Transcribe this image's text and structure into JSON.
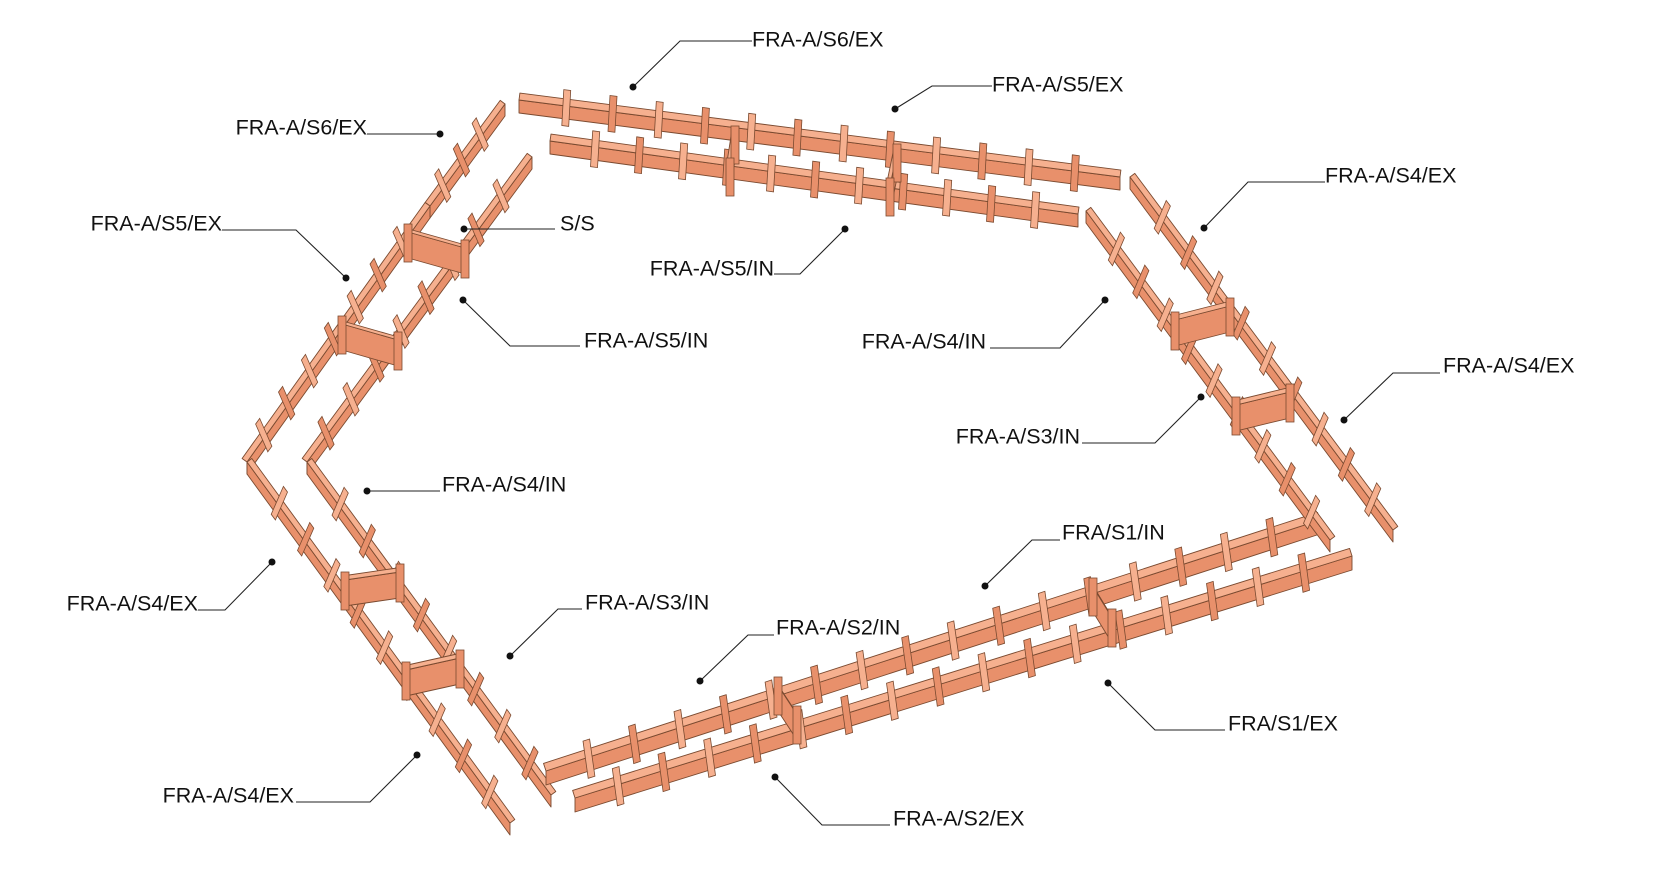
{
  "colors": {
    "panel_top": "#f6b08f",
    "panel_face": "#e8906b",
    "edge": "#7a4a30",
    "label": "#111111",
    "background": "#ffffff"
  },
  "labels": {
    "s6_ex_top": "FRA-A/S6/EX",
    "s5_ex_top": "FRA-A/S5/EX",
    "s6_ex_left": "FRA-A/S6/EX",
    "s4_ex_upper_right": "FRA-A/S4/EX",
    "s5_ex_left": "FRA-A/S5/EX",
    "ss": "S/S",
    "s5_in_top": "FRA-A/S5/IN",
    "s5_in_left": "FRA-A/S5/IN",
    "s4_in_right": "FRA-A/S4/IN",
    "s4_ex_right": "FRA-A/S4/EX",
    "s3_in_right": "FRA-A/S3/IN",
    "s4_in_left": "FRA-A/S4/IN",
    "s1_in": "FRA/S1/IN",
    "s4_ex_left": "FRA-A/S4/EX",
    "s3_in_left": "FRA-A/S3/IN",
    "s2_in": "FRA-A/S2/IN",
    "s1_ex": "FRA/S1/EX",
    "s4_ex_bottom_left": "FRA-A/S4/EX",
    "s2_ex": "FRA-A/S2/EX"
  }
}
